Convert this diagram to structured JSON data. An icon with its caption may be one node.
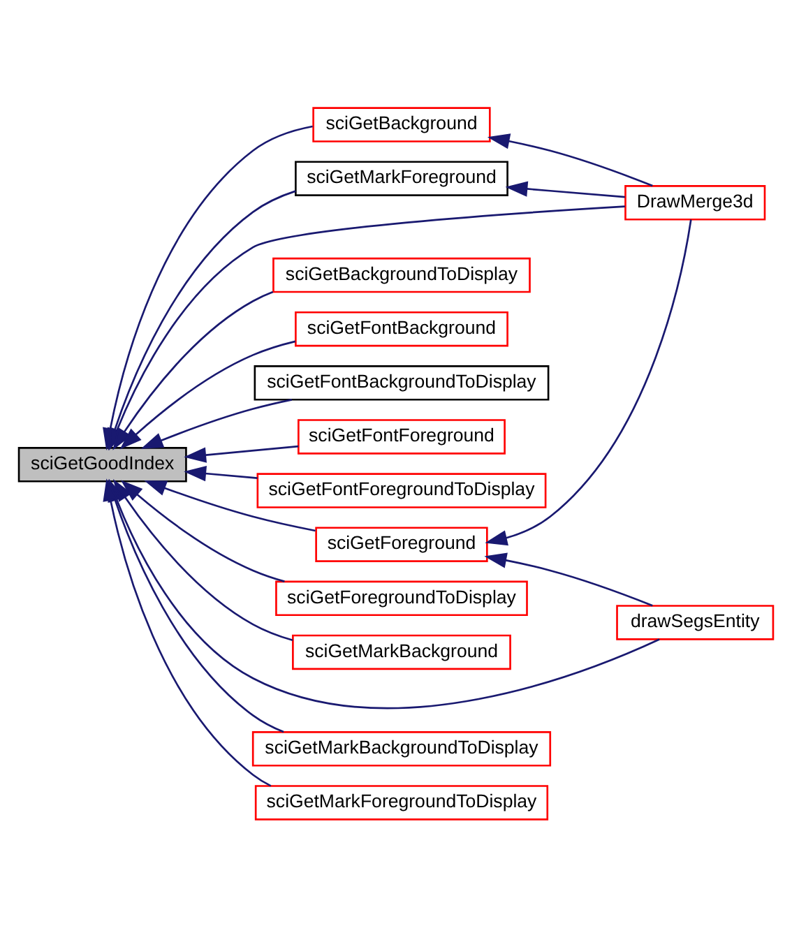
{
  "diagram": {
    "nodes": [
      {
        "text": [
          "sciGetGoodIndex"
        ]
      },
      {
        "text": [
          "sciGetBackground"
        ]
      },
      {
        "text": [
          "sciGetMarkForeground"
        ]
      },
      {
        "text": [
          "DrawMerge3d"
        ]
      },
      {
        "text": [
          "sciGetBackgroundToDisplay"
        ]
      },
      {
        "text": [
          "sciGetFontBackground"
        ]
      },
      {
        "text": [
          "sciGetFontBackgroundToDisplay"
        ]
      },
      {
        "text": [
          "sciGetFontForeground"
        ]
      },
      {
        "text": [
          "sciGetFontForegroundToDisplay"
        ]
      },
      {
        "text": [
          "sciGetForeground"
        ]
      },
      {
        "text": [
          "sciGetForegroundToDisplay"
        ]
      },
      {
        "text": [
          "sciGetMarkBackground"
        ]
      },
      {
        "text": [
          "drawSegsEntity"
        ]
      },
      {
        "text": [
          "sciGetMarkBackgroundToDisplay"
        ]
      },
      {
        "text": [
          "sciGetMarkForegroundToDisplay"
        ]
      }
    ],
    "edges": [
      {
        "from": 1,
        "to": 0,
        "arrow": "to"
      },
      {
        "from": 2,
        "to": 0,
        "arrow": "to"
      },
      {
        "from": 3,
        "to": 0,
        "arrow": "to"
      },
      {
        "from": 4,
        "to": 0,
        "arrow": "to"
      },
      {
        "from": 5,
        "to": 0,
        "arrow": "to"
      },
      {
        "from": 6,
        "to": 0,
        "arrow": "to"
      },
      {
        "from": 7,
        "to": 0,
        "arrow": "to"
      },
      {
        "from": 8,
        "to": 0,
        "arrow": "to"
      },
      {
        "from": 9,
        "to": 0,
        "arrow": "to"
      },
      {
        "from": 10,
        "to": 0,
        "arrow": "to"
      },
      {
        "from": 11,
        "to": 0,
        "arrow": "to"
      },
      {
        "from": 12,
        "to": 0,
        "arrow": "to"
      },
      {
        "from": 13,
        "to": 0,
        "arrow": "to"
      },
      {
        "from": 14,
        "to": 0,
        "arrow": "to"
      },
      {
        "from": 3,
        "to": 1,
        "arrow": "to"
      },
      {
        "from": 3,
        "to": 2,
        "arrow": "to"
      },
      {
        "from": 3,
        "to": 9,
        "arrow": "to"
      },
      {
        "from": 12,
        "to": 9,
        "arrow": "to"
      }
    ]
  }
}
